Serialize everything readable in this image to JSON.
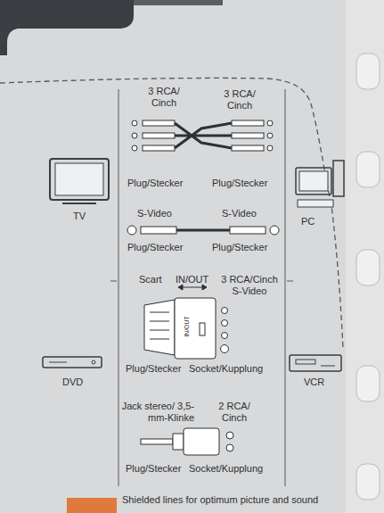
{
  "diagram": {
    "labels": [
      "3 RCA/ Cinch",
      "3 RCA/ Cinch",
      "Plug/Stecker",
      "Plug/Stecker",
      "TV",
      "S-Video",
      "S-Video",
      "Plug/Stecker",
      "Plug/Stecker",
      "PC",
      "Scart",
      "IN/OUT",
      "3 RCA/Cinch S-Video",
      "IN/OUT",
      "Plug/Stecker",
      "Socket/Kupplung",
      "DVD",
      "VCR",
      "Jack stereo/ 3,5-mm-Klinke",
      "2 RCA/ Cinch",
      "Plug/Stecker",
      "Socket/Kupplung",
      "Shielded lines for optimum picture and sound"
    ]
  }
}
